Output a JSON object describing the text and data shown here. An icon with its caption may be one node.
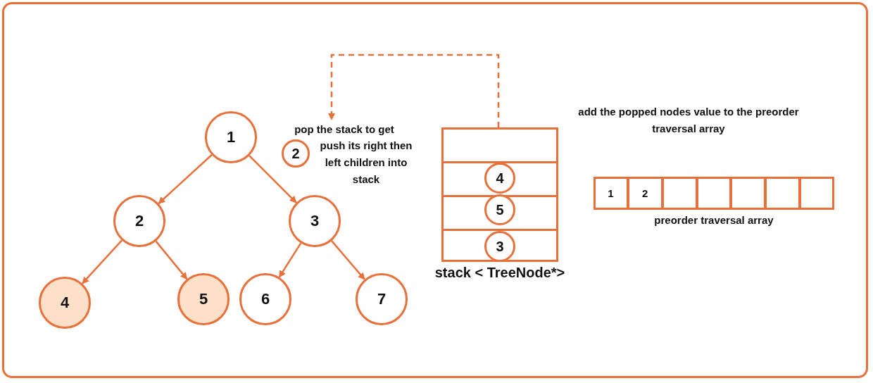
{
  "diagram": {
    "nodes": [
      {
        "text": [
          "1"
        ]
      },
      {
        "text": [
          "2"
        ]
      },
      {
        "text": [
          "3"
        ]
      },
      {
        "text": [
          "4"
        ]
      },
      {
        "text": [
          "5"
        ]
      },
      {
        "text": [
          "6"
        ]
      },
      {
        "text": [
          "7"
        ]
      },
      {
        "text": [
          "pop the stack to get"
        ]
      },
      {
        "text": [
          "2"
        ],
        "beside": [
          "push its right then left children into stack"
        ]
      },
      {
        "text": [
          "stack < TreeNode*>"
        ]
      },
      {
        "text": [
          "4"
        ],
        "in": 9
      },
      {
        "text": [
          "5"
        ],
        "in": 9
      },
      {
        "text": [
          "3"
        ],
        "in": 9
      },
      {
        "text": [
          "preorder traversal array"
        ]
      },
      {
        "text": [
          "1"
        ],
        "in": 13
      },
      {
        "text": [
          "2"
        ],
        "in": 13
      },
      {
        "text": [],
        "shape": "box",
        "in": 13
      },
      {
        "text": [],
        "shape": "box",
        "in": 13
      },
      {
        "text": [],
        "shape": "box",
        "in": 13
      },
      {
        "text": [],
        "shape": "box",
        "in": 13
      },
      {
        "text": [],
        "shape": "box",
        "in": 13
      }
    ],
    "edges": [
      {
        "from": 0,
        "to": 1,
        "arrow": "to"
      },
      {
        "from": 0,
        "to": 2,
        "arrow": "to"
      },
      {
        "from": 1,
        "to": 3,
        "arrow": "to"
      },
      {
        "from": 1,
        "to": 4,
        "arrow": "to"
      },
      {
        "from": 2,
        "to": 5,
        "arrow": "to"
      },
      {
        "from": 2,
        "to": 6,
        "arrow": "to"
      },
      {
        "from": 9,
        "to": 7,
        "arrow": "to",
        "style": "dashed"
      }
    ],
    "labels": [
      "add the popped nodes value to the preorder traversal array"
    ]
  }
}
